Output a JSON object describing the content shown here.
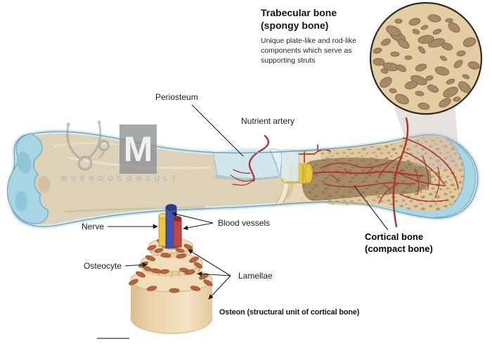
{
  "trabecular": {
    "title_line1": "Trabecular bone",
    "title_line2": "(spongy bone)",
    "desc_lines": [
      "Unique plate-like and rod-like",
      "components which serve as",
      "supporting struts"
    ]
  },
  "labels": {
    "periosteum": "Periosteum",
    "nutrient_artery": "Nutrient artery",
    "nerve": "Nerve",
    "blood_vessels": "Blood vessels",
    "osteocyte": "Osteocyte",
    "lamellae": "Lamellae",
    "cortical_line1": "Cortical bone",
    "cortical_line2": "(compact bone)",
    "osteon_caption": "Osteon (structural unit of cortical bone)"
  },
  "watermark": {
    "logo_letter": "M",
    "text": "MYENDOCONSULT"
  },
  "colors": {
    "bone_fill": "#ddd2b8",
    "bone_outline": "#7d9dac",
    "bone_halo": "#d5e9f0",
    "cartilage_blue": "#a9d6e4",
    "periosteum_flap": "#cfe8f2",
    "artery_red": "#a83933",
    "marrow_brown": "#a58b66",
    "spongy_tan": "#e0c9a0",
    "speckle_brown": "#b4966d",
    "inset_background": "#e4cda3",
    "inset_blob": "#a68a68",
    "marrow_plug_yellow": "#e9c63f",
    "nerve_tube_yellow": "#eac844",
    "vessel_tube_blue": "#4052b0",
    "vessel_tube_red": "#bf4743",
    "osteon_body": "#eed6ae",
    "osteocyte_spot": "#b8643c",
    "label_text": "#1c1c1c"
  }
}
